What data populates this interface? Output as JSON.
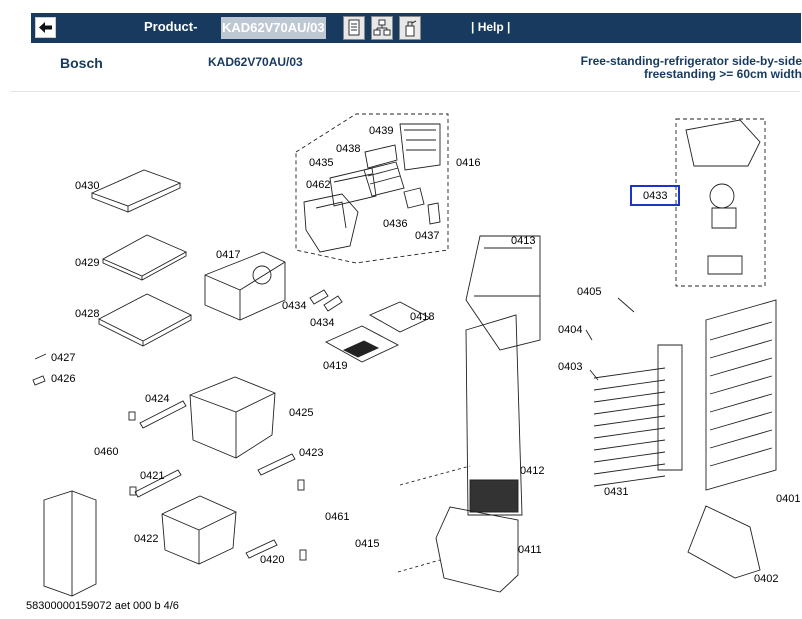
{
  "header": {
    "product_label": "Product-",
    "product_code": "KAD62V70AU/03",
    "help_label": "| Help |"
  },
  "info": {
    "brand": "Bosch",
    "model": "KAD62V70AU/03",
    "description_line1": "Free-standing-refrigerator side-by-side",
    "description_line2": "freestanding >= 60cm width"
  },
  "diagram": {
    "labels": {
      "l0439": "0439",
      "l0438": "0438",
      "l0435": "0435",
      "l0462": "0462",
      "l0416": "0416",
      "l0436": "0436",
      "l0437": "0437",
      "l0430": "0430",
      "l0429": "0429",
      "l0428": "0428",
      "l0417": "0417",
      "l0434a": "0434",
      "l0434b": "0434",
      "l0418": "0418",
      "l0419": "0419",
      "l0427": "0427",
      "l0426": "0426",
      "l0424": "0424",
      "l0425": "0425",
      "l0460": "0460",
      "l0423": "0423",
      "l0421": "0421",
      "l0422": "0422",
      "l0420": "0420",
      "l0461": "0461",
      "l0413": "0413",
      "l0412": "0412",
      "l0415": "0415",
      "l0411": "0411",
      "l0433": "0433",
      "l0405": "0405",
      "l0404": "0404",
      "l0403": "0403",
      "l0431": "0431",
      "l0401": "0401",
      "l0402": "0402"
    },
    "highlight_color": "#1a33c9"
  },
  "footer": {
    "code": "58300000159072 aet 000 b 4/6"
  }
}
